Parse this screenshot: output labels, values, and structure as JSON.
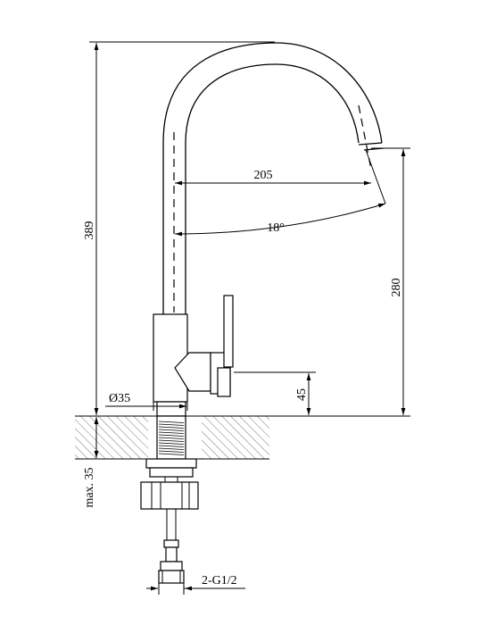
{
  "dimensions": {
    "total_height": "389",
    "spout_reach": "205",
    "swivel_angle": "18°",
    "spout_height": "280",
    "lever_height": "45",
    "body_diameter": "Ø35",
    "max_thickness": "max. 35",
    "hose_connection": "2-G1/2"
  },
  "colors": {
    "line": "#000000",
    "background": "#ffffff",
    "hatch": "#555555"
  }
}
